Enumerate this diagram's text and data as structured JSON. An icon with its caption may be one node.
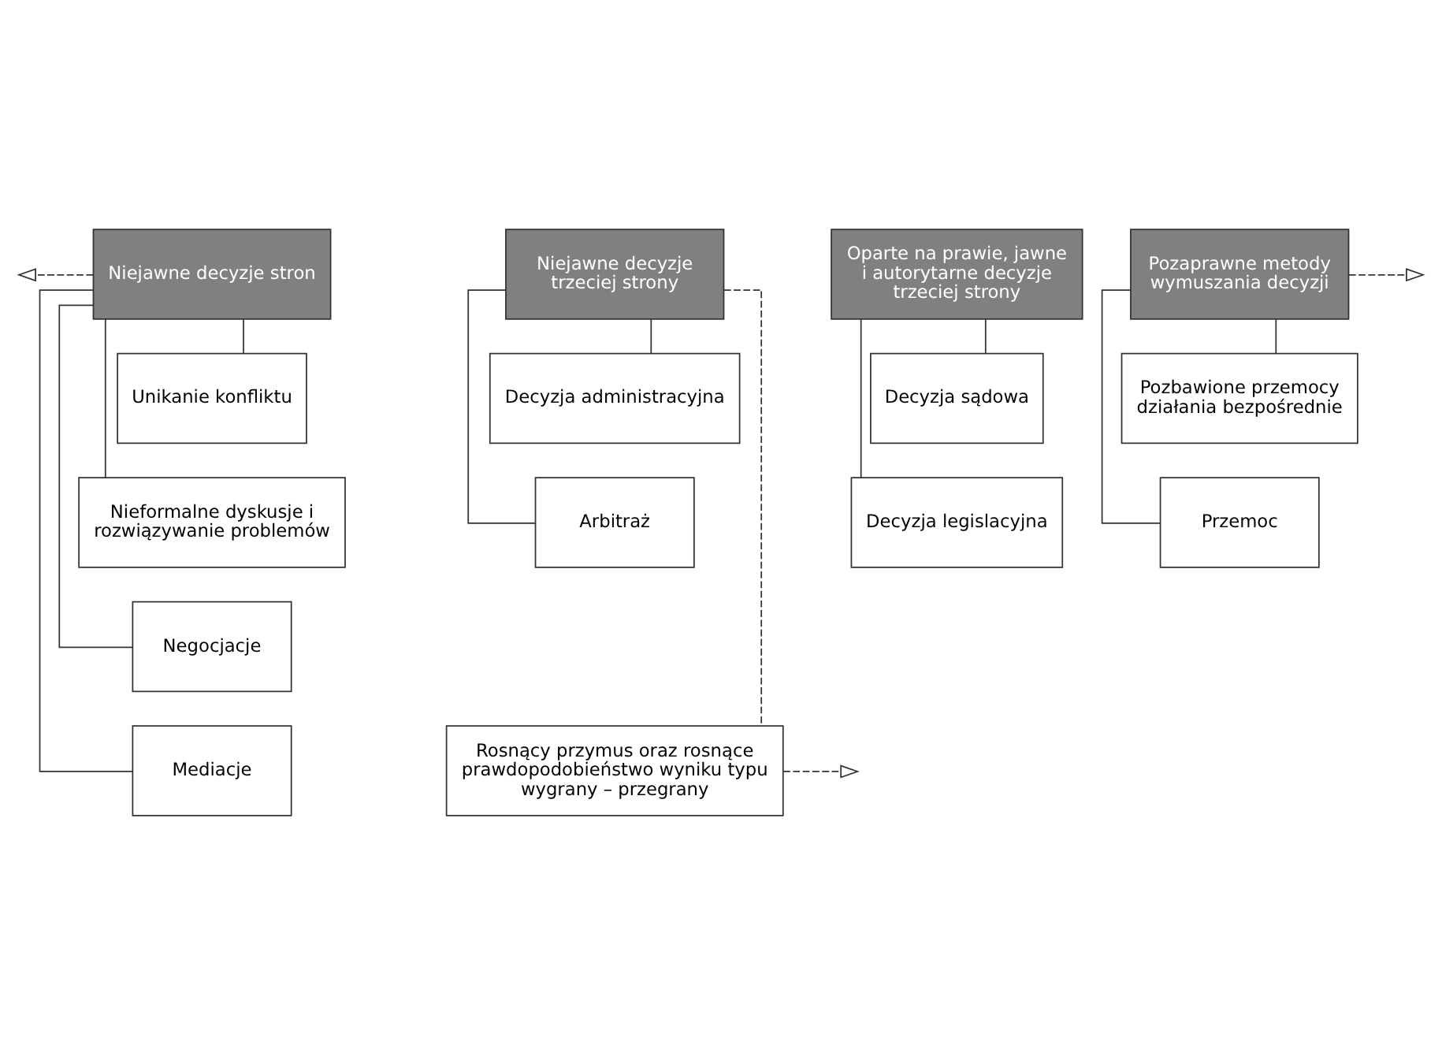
{
  "diagram": {
    "nodes": [
      {
        "text": [
          "Niejawne decyzje stron"
        ]
      },
      {
        "text": [
          "Niejawne decyzje trzeciej strony"
        ]
      },
      {
        "text": [
          "Oparte na prawie, jawne i autorytarne decyzje trzeciej strony"
        ]
      },
      {
        "text": [
          "Pozaprawne metody wymuszania decyzji"
        ]
      },
      {
        "text": [
          "Unikanie konfliktu"
        ]
      },
      {
        "text": [
          "Nieformalne dyskusje i rozwiązywanie problemów"
        ]
      },
      {
        "text": [
          "Negocjacje"
        ]
      },
      {
        "text": [
          "Mediacje"
        ]
      },
      {
        "text": [
          "Decyzja administracyjna"
        ]
      },
      {
        "text": [
          "Arbitraż"
        ]
      },
      {
        "text": [
          "Decyzja sądowa"
        ]
      },
      {
        "text": [
          "Decyzja legislacyjna"
        ]
      },
      {
        "text": [
          "Pozbawione przemocy działania bezpośrednie"
        ]
      },
      {
        "text": [
          "Przemoc"
        ]
      },
      {
        "text": [
          "Rosnący przymus oraz rosnące prawdopodobieństwo wyniku typu wygrany – przegrany"
        ]
      }
    ],
    "edges": [
      {
        "from": 0,
        "to": null,
        "arrow": "to",
        "style": "dashed"
      },
      {
        "from": 3,
        "to": null,
        "arrow": "to",
        "style": "dashed"
      },
      {
        "from": 0,
        "to": 4,
        "arrow": "none"
      },
      {
        "from": 0,
        "to": 5,
        "arrow": "none"
      },
      {
        "from": 0,
        "to": 6,
        "arrow": "none"
      },
      {
        "from": 0,
        "to": 7,
        "arrow": "none"
      },
      {
        "from": 1,
        "to": 8,
        "arrow": "none"
      },
      {
        "from": 1,
        "to": 9,
        "arrow": "none"
      },
      {
        "from": 2,
        "to": 10,
        "arrow": "none"
      },
      {
        "from": 2,
        "to": 11,
        "arrow": "none"
      },
      {
        "from": 3,
        "to": 12,
        "arrow": "none"
      },
      {
        "from": 3,
        "to": 13,
        "arrow": "none"
      },
      {
        "from": 1,
        "to": 14,
        "arrow": "none",
        "style": "dashed"
      },
      {
        "from": 14,
        "to": null,
        "arrow": "to",
        "style": "dashed"
      }
    ]
  }
}
